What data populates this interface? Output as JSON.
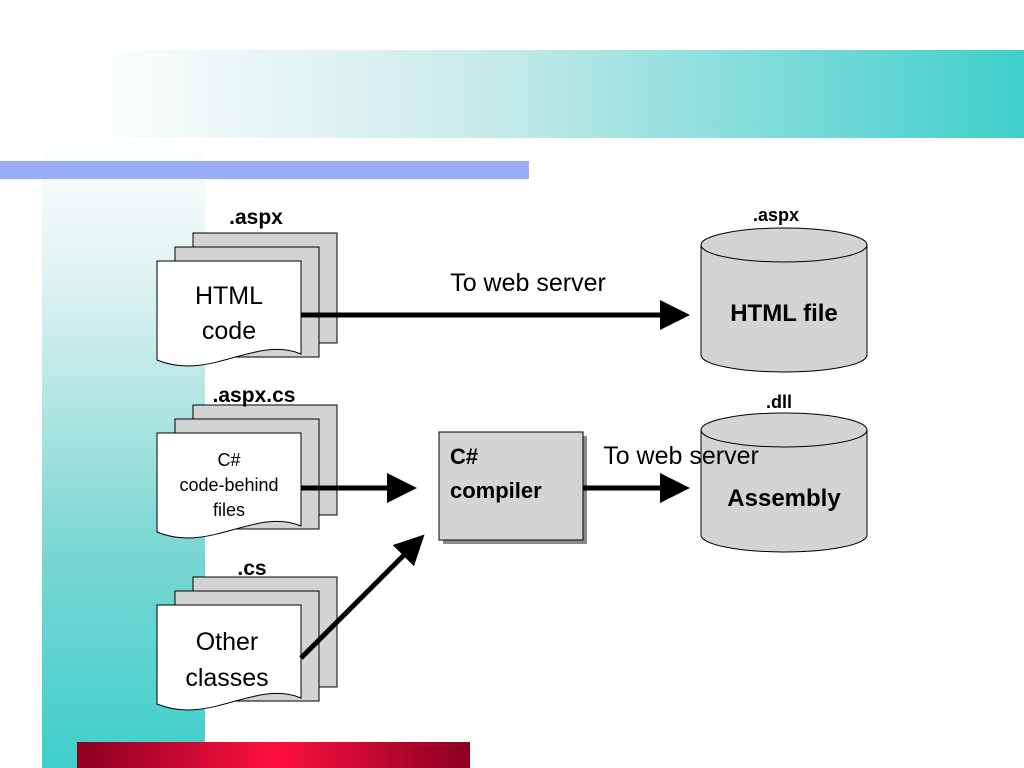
{
  "colors": {
    "accent_teal": "#3ecfcb",
    "accent_blue": "#99aef7",
    "accent_red": "#ff1040",
    "shape_fill": "#d4d4d4"
  },
  "aspx_doc": {
    "ext_label": ".aspx",
    "line1": "HTML",
    "line2": "code"
  },
  "codebehind_doc": {
    "ext_label": ".aspx.cs",
    "line1": "C#",
    "line2": "code-behind",
    "line3": "files"
  },
  "cs_doc": {
    "ext_label": ".cs",
    "line1": "Other",
    "line2": "classes"
  },
  "compiler": {
    "line1": "C#",
    "line2": "compiler"
  },
  "html_store": {
    "ext_label": ".aspx",
    "label": "HTML file"
  },
  "dll_store": {
    "ext_label": ".dll",
    "label": "Assembly"
  },
  "arrows": {
    "top_label": "To web server",
    "bottom_label": "To web server"
  }
}
